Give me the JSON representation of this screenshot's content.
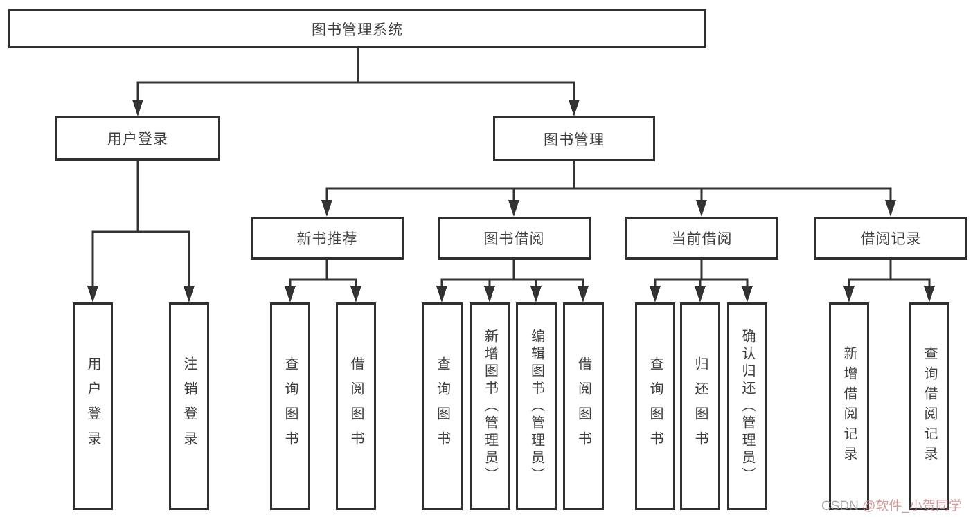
{
  "colors": {
    "line": "#333333",
    "border": "#2f2f2f",
    "text": "#3e3e3e",
    "watermark_prefix": "#9b9b9b",
    "watermark_handle": "#c98a8a"
  },
  "tree": {
    "label": "图书管理系统",
    "children": [
      {
        "label": "用户登录",
        "children": [
          {
            "label": "用户登录"
          },
          {
            "label": "注销登录"
          }
        ]
      },
      {
        "label": "图书管理",
        "children": [
          {
            "label": "新书推荐",
            "children": [
              {
                "label": "查询图书"
              },
              {
                "label": "借阅图书"
              }
            ]
          },
          {
            "label": "图书借阅",
            "children": [
              {
                "label": "查询图书"
              },
              {
                "label": "新增图书（管理员）"
              },
              {
                "label": "编辑图书（管理员）"
              },
              {
                "label": "借阅图书"
              }
            ]
          },
          {
            "label": "当前借阅",
            "children": [
              {
                "label": "查询图书"
              },
              {
                "label": "归还图书"
              },
              {
                "label": "确认归还（管理员）"
              }
            ]
          },
          {
            "label": "借阅记录",
            "children": [
              {
                "label": "新增借阅记录"
              },
              {
                "label": "查询借阅记录"
              }
            ]
          }
        ]
      }
    ]
  },
  "watermark": {
    "prefix": "CSDN ",
    "handle": "@软件_小贺同学"
  }
}
